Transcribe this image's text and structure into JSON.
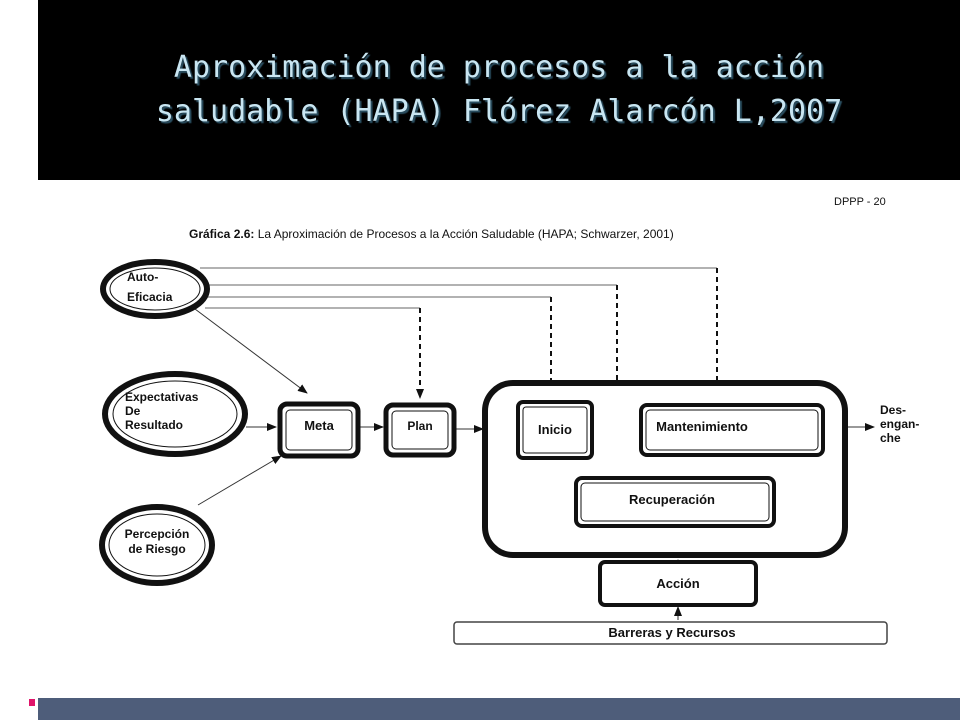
{
  "slide": {
    "title_line1": "Aproximación de procesos a la acción",
    "title_line2": "saludable (HAPA) Flórez Alarcón L,2007"
  },
  "figure": {
    "page_ref": "DPPP - 20",
    "caption_prefix": "Gráfica 2.6:",
    "caption_text": " La Aproximación de Procesos a la Acción Saludable (HAPA; Schwarzer, 2001)",
    "nodes": {
      "autoeficacia_1": "Auto-",
      "autoeficacia_2": "Eficacia",
      "expectativas_1": "Expectativas",
      "expectativas_2": "De",
      "expectativas_3": "Resultado",
      "percepcion_1": "Percepción",
      "percepcion_2": "de Riesgo",
      "meta": "Meta",
      "plan": "Plan",
      "inicio": "Inicio",
      "mantenimiento": "Mantenimiento",
      "recuperacion": "Recuperación",
      "accion": "Acción",
      "barreras": "Barreras y Recursos",
      "desenganche_1": "Des-",
      "desenganche_2": "engan-",
      "desenganche_3": "che"
    }
  }
}
